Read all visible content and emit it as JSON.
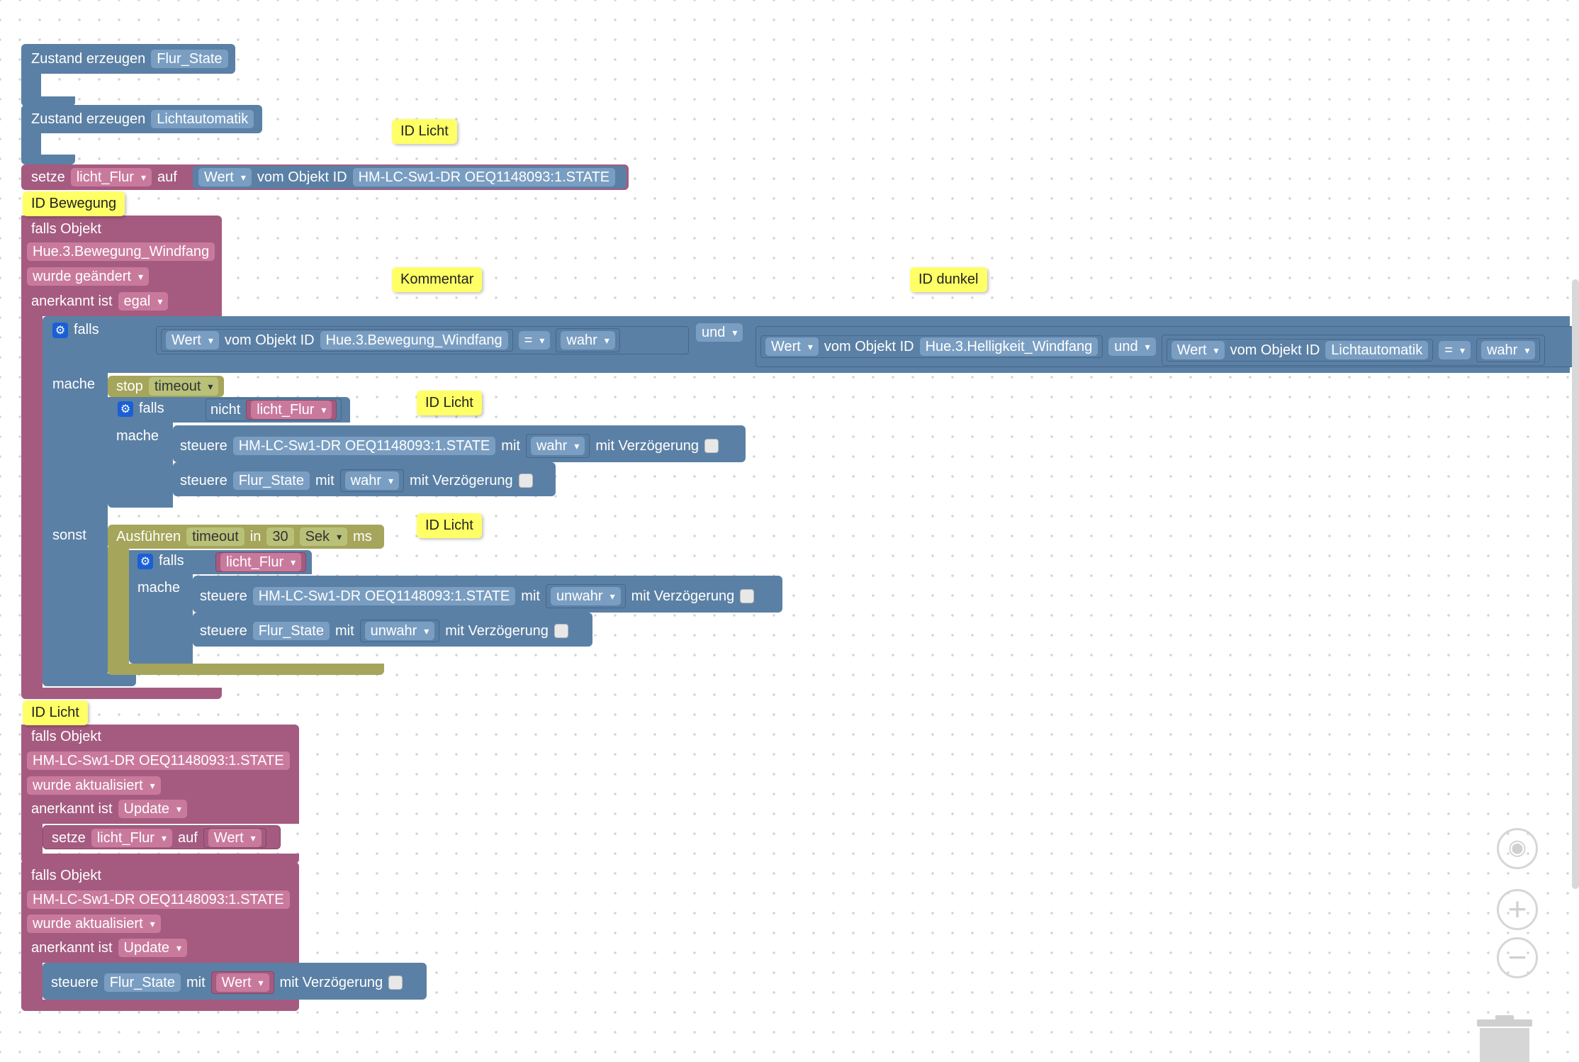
{
  "colors": {
    "variable": "#a55b80",
    "control": "#5b80a5",
    "timeout": "#a5a55b",
    "comment": "#ffff66",
    "canvas": "#ffffff"
  },
  "blocks": {
    "create_state_1": {
      "label": "Zustand erzeugen",
      "name": "Flur_State"
    },
    "create_state_2": {
      "label": "Zustand erzeugen",
      "name": "Lichtautomatik"
    },
    "set_block": {
      "label": "setze",
      "var": "licht_Flur",
      "on": "auf",
      "value_type": "Wert",
      "object_label": "vom Objekt ID",
      "object_id": "HM-LC-Sw1-DR OEQ1148093:1.STATE"
    },
    "trigger1": {
      "falls_objekt": "falls Objekt",
      "object": "Hue.3.Bewegung_Windfang",
      "event": "wurde geändert",
      "ack_label": "anerkannt ist",
      "ack_value": "egal",
      "if_label": "falls",
      "cond1_type": "Wert",
      "cond1_label": "vom Objekt ID",
      "cond1_obj": "Hue.3.Bewegung_Windfang",
      "cond1_op": "=",
      "cond1_val": "wahr",
      "und1": "und",
      "cond2_type": "Wert",
      "cond2_label": "vom Objekt ID",
      "cond2_obj": "Hue.3.Helligkeit_Windfang",
      "und2": "und",
      "cond3_type": "Wert",
      "cond3_label": "vom Objekt ID",
      "cond3_obj": "Lichtautomatik",
      "cond3_op": "=",
      "cond3_val": "wahr",
      "mache": "mache",
      "sonst": "sonst",
      "stop_label": "stop",
      "stop_name": "timeout",
      "inner_falls": "falls",
      "nicht": "nicht",
      "var": "licht_Flur",
      "inner_mache": "mache",
      "steuere": "steuere",
      "mit": "mit",
      "delay": "mit Verzögerung",
      "s1_obj": "HM-LC-Sw1-DR OEQ1148093:1.STATE",
      "s1_val": "wahr",
      "s2_obj": "Flur_State",
      "s2_val": "wahr",
      "exec_label": "Ausführen",
      "exec_name": "timeout",
      "in": "in",
      "exec_num": "30",
      "exec_unit": "Sek",
      "ms": "ms",
      "e_falls": "falls",
      "e_var": "licht_Flur",
      "e_mache": "mache",
      "s3_obj": "HM-LC-Sw1-DR OEQ1148093:1.STATE",
      "s3_val": "unwahr",
      "s4_obj": "Flur_State",
      "s4_val": "unwahr"
    },
    "trigger2": {
      "falls_objekt": "falls Objekt",
      "object": "HM-LC-Sw1-DR OEQ1148093:1.STATE",
      "event": "wurde aktualisiert",
      "ack_label": "anerkannt ist",
      "ack_value": "Update",
      "set": "setze",
      "var": "licht_Flur",
      "auf": "auf",
      "value": "Wert"
    },
    "trigger3": {
      "falls_objekt": "falls Objekt",
      "object": "HM-LC-Sw1-DR OEQ1148093:1.STATE",
      "event": "wurde aktualisiert",
      "ack_label": "anerkannt ist",
      "ack_value": "Update",
      "steuere": "steuere",
      "obj": "Flur_State",
      "mit": "mit",
      "value": "Wert",
      "delay": "mit Verzögerung"
    }
  },
  "comments": {
    "c1": "ID Licht",
    "c2": "ID Bewegung",
    "c3": "Kommentar",
    "c4": "ID dunkel",
    "c5": "ID Licht",
    "c6": "ID Licht",
    "c7": "ID Licht"
  },
  "controls": {
    "recenter_icon": "target-icon",
    "zoom_in_icon": "plus-icon",
    "zoom_out_icon": "minus-icon",
    "trash_icon": "trash-icon"
  }
}
